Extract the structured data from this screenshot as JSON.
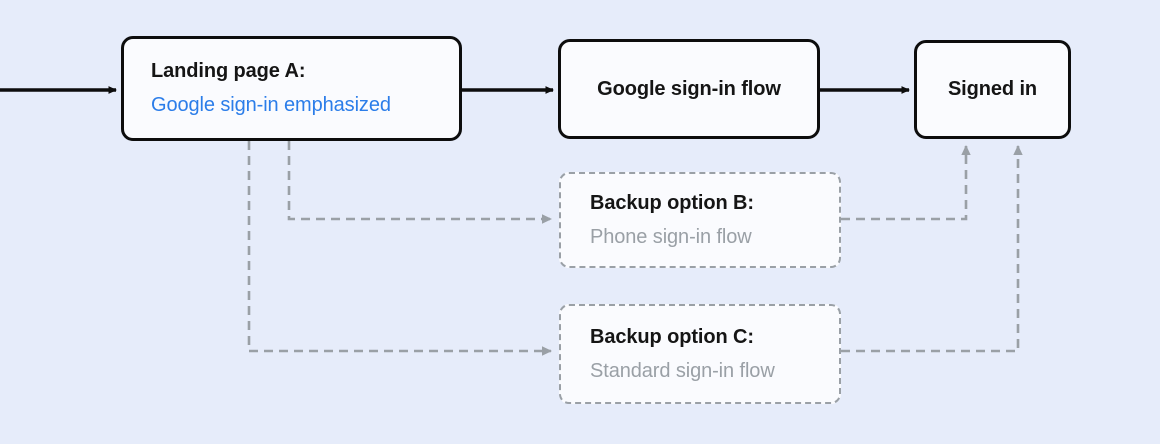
{
  "diagram": {
    "type": "flowchart",
    "background_color": "#e6ecfa",
    "accent_color": "#2b7de9",
    "muted_color": "#9aa0a6",
    "nodes": [
      {
        "id": "landing",
        "title": "Landing page A:",
        "subtitle": "Google sign-in emphasized",
        "style": "solid",
        "subtitle_color": "#2b7de9"
      },
      {
        "id": "google",
        "title": "Google sign-in flow",
        "subtitle": "",
        "style": "solid"
      },
      {
        "id": "signed",
        "title": "Signed in",
        "subtitle": "",
        "style": "solid"
      },
      {
        "id": "backup_b",
        "title": "Backup option B:",
        "subtitle": "Phone sign-in flow",
        "style": "dashed",
        "subtitle_color": "#9aa0a6"
      },
      {
        "id": "backup_c",
        "title": "Backup option C:",
        "subtitle": "Standard sign-in flow",
        "style": "dashed",
        "subtitle_color": "#9aa0a6"
      }
    ],
    "edges": [
      {
        "id": "entry-to-landing",
        "from": "entry",
        "to": "landing",
        "style": "solid",
        "color": "#0d0d0d"
      },
      {
        "id": "landing-to-google",
        "from": "landing",
        "to": "google",
        "style": "solid",
        "color": "#0d0d0d"
      },
      {
        "id": "google-to-signed",
        "from": "google",
        "to": "signed",
        "style": "solid",
        "color": "#0d0d0d"
      },
      {
        "id": "landing-to-backup-b",
        "from": "landing",
        "to": "backup_b",
        "style": "dashed",
        "color": "#9aa0a6"
      },
      {
        "id": "landing-to-backup-c",
        "from": "landing",
        "to": "backup_c",
        "style": "dashed",
        "color": "#9aa0a6"
      },
      {
        "id": "backup-b-to-signed",
        "from": "backup_b",
        "to": "signed",
        "style": "dashed",
        "color": "#9aa0a6"
      },
      {
        "id": "backup-c-to-signed",
        "from": "backup_c",
        "to": "signed",
        "style": "dashed",
        "color": "#9aa0a6"
      }
    ]
  }
}
